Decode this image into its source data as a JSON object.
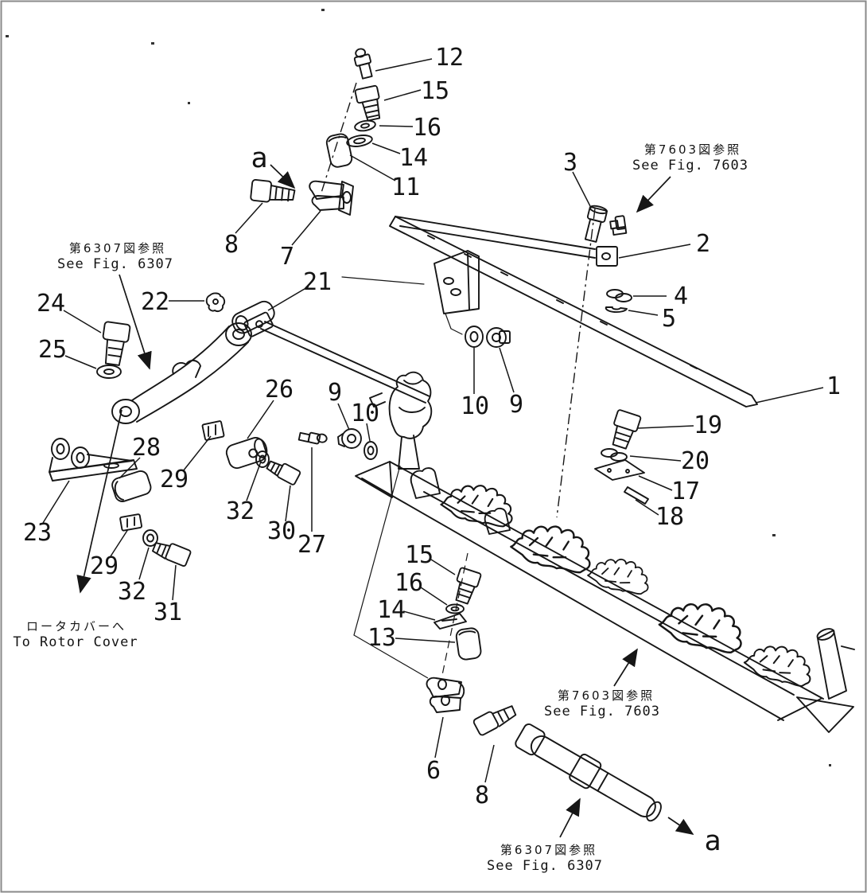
{
  "page": {
    "background": "#ffffff",
    "line_color": "#161616",
    "border_color": "#8a8a8a"
  },
  "callouts": {
    "c12": "12",
    "c15_top": "15",
    "c16_top": "16",
    "c14_top": "14",
    "c11": "11",
    "c8_top": "8",
    "c7": "7",
    "c3": "3",
    "c2": "2",
    "c4": "4",
    "c5": "5",
    "c24": "24",
    "c25": "25",
    "c22": "22",
    "c21": "21",
    "c26": "26",
    "c9_left": "9",
    "c10_left": "10",
    "c10_mid": "10",
    "c9_mid": "9",
    "c1": "1",
    "c19": "19",
    "c20": "20",
    "c17": "17",
    "c18": "18",
    "c28": "28",
    "c29_a": "29",
    "c23": "23",
    "c29_b": "29",
    "c32_a": "32",
    "c31": "31",
    "c32_b": "32",
    "c30": "30",
    "c27": "27",
    "c15_bot": "15",
    "c16_bot": "16",
    "c14_bot": "14",
    "c13": "13",
    "c6": "6",
    "c8_bot": "8",
    "marker_a_top": "a",
    "marker_a_bot": "a"
  },
  "notes": {
    "fig7603_top": {
      "jp": "第7603図参照",
      "en": "See Fig. 7603"
    },
    "fig6307_left": {
      "jp": "第6307図参照",
      "en": "See Fig. 6307"
    },
    "rotor_cover": {
      "jp": "ロータカバーへ",
      "en": "To Rotor Cover"
    },
    "fig7603_mid": {
      "jp": "第7603図参照",
      "en": "See Fig. 7603"
    },
    "fig6307_bot": {
      "jp": "第6307図参照",
      "en": "See Fig. 6307"
    }
  }
}
